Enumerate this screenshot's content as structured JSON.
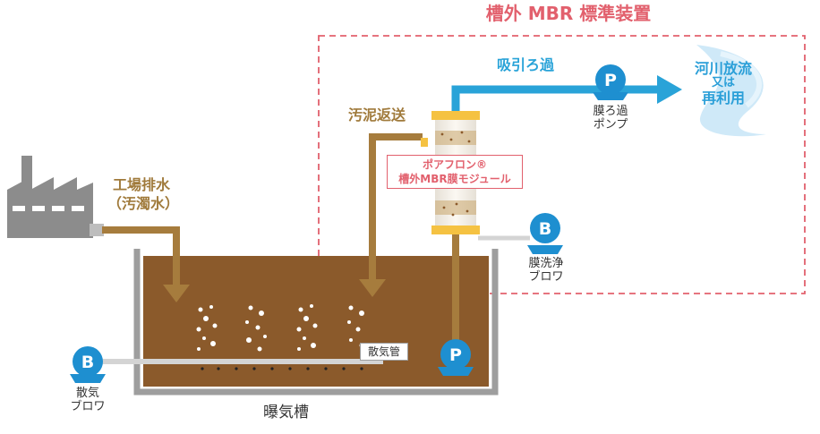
{
  "title": "槽外 MBR 標準装置",
  "labels": {
    "factory_wastewater_line1": "工場排水",
    "factory_wastewater_line2": "（汚濁水）",
    "sludge_return": "汚泥返送",
    "suction_filtration": "吸引ろ過",
    "river_line1": "河川放流",
    "river_line2": "又は",
    "river_line3": "再利用",
    "filtration_pump_line1": "膜ろ過",
    "filtration_pump_line2": "ポンプ",
    "module_line1": "ポアフロン®",
    "module_line2": "槽外MBR膜モジュール",
    "membrane_blower_line1": "膜洗浄",
    "membrane_blower_line2": "ブロワ",
    "diffuser_pipe": "散気管",
    "aeration_blower_line1": "散気",
    "aeration_blower_line2": "ブロワ",
    "aeration_tank": "曝気槽"
  },
  "symbols": {
    "pump": "P",
    "blower": "B"
  },
  "colors": {
    "dashed_border": "#e2606d",
    "blue_flow": "#29a3d8",
    "sludge": "#8b5a2b",
    "brown_pipe": "#a67c3d",
    "pump_fill": "#1e8fd0",
    "tank_wall": "#9e9e9e",
    "factory": "#8c8c8c"
  },
  "icons": [
    "factory-icon",
    "wave-icon",
    "arrow-right-icon",
    "arrow-down-icon"
  ]
}
